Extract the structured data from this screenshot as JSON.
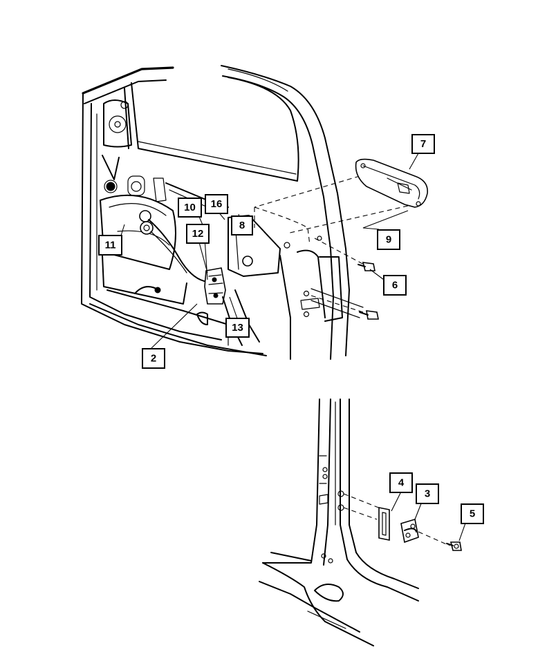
{
  "diagram": {
    "callouts": [
      {
        "id": "7",
        "label": "7"
      },
      {
        "id": "16",
        "label": "16"
      },
      {
        "id": "10",
        "label": "10"
      },
      {
        "id": "8",
        "label": "8"
      },
      {
        "id": "12",
        "label": "12"
      },
      {
        "id": "9",
        "label": "9"
      },
      {
        "id": "11",
        "label": "11"
      },
      {
        "id": "6",
        "label": "6"
      },
      {
        "id": "13",
        "label": "13"
      },
      {
        "id": "2",
        "label": "2"
      },
      {
        "id": "4",
        "label": "4"
      },
      {
        "id": "3",
        "label": "3"
      },
      {
        "id": "5",
        "label": "5"
      }
    ]
  }
}
